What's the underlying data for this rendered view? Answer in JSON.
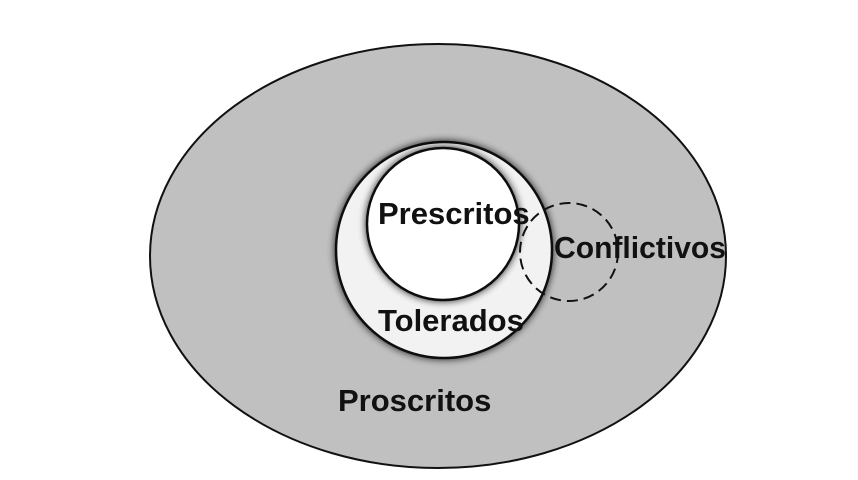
{
  "diagram": {
    "labels": {
      "prescritos": "Prescritos",
      "tolerados": "Tolerados",
      "conflictivos": "Conflictivos",
      "proscritos": "Proscritos"
    },
    "colors": {
      "outer_fill": "#c0c0c0",
      "tolerados_fill": "#f2f2f2",
      "prescritos_fill": "#ffffff",
      "stroke": "#111111"
    }
  }
}
